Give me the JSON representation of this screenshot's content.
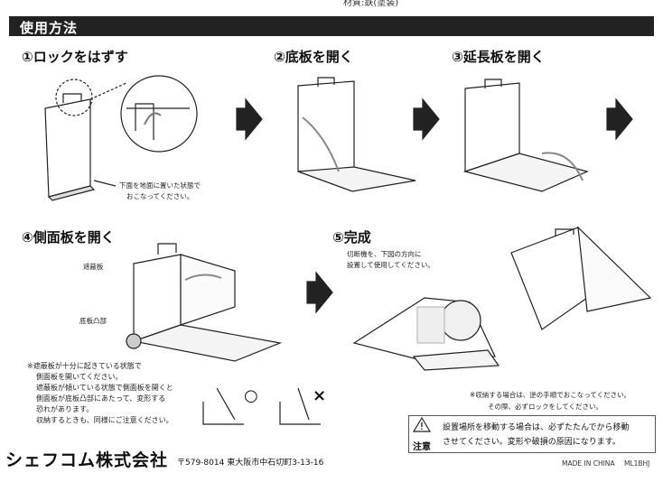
{
  "top_cut_text": "材質:鉄(塗装)",
  "section_title": "使用方法",
  "steps": {
    "s1": "①ロックをはずす",
    "s2": "②底板を開く",
    "s3": "③延長板を開く",
    "s4": "④側面板を開く",
    "s5": "⑤完成"
  },
  "notes": {
    "ground_1": "下面を地面に置いた状態で",
    "ground_2": "おこなってください。",
    "shield_label": "遮蔽板",
    "base_bump_label": "底板凸部",
    "caution_1": "※遮蔽板が十分に起きている状態で",
    "caution_2": "側面板を開いてください。",
    "caution_3": "遮蔽板が傾いている状態で側面板を開くと",
    "caution_4": "側面板が底板凸部にあたって、変形する",
    "caution_5": "恐れがあります。",
    "caution_6": "収納するときも、同様にご注意ください。",
    "ok_mark": "○",
    "ng_mark": "×",
    "complete_1": "切断機を、下図の方向に",
    "complete_2": "設置して使用してください。",
    "store_1": "※収納する場合は、逆の手順でおこなってください。",
    "store_2": "その際、必ずロックをしてください。"
  },
  "warning": {
    "label": "注意",
    "text_1": "設置場所を移動する場合は、必ずたたんでから移動",
    "text_2": "させてください。変形や破損の原因になります。"
  },
  "company": "シェフコム株式会社",
  "address": "〒579-8014 東大阪市中石切町3-13-16",
  "made_in": "MADE IN CHINA",
  "model": "ML1BHJ"
}
